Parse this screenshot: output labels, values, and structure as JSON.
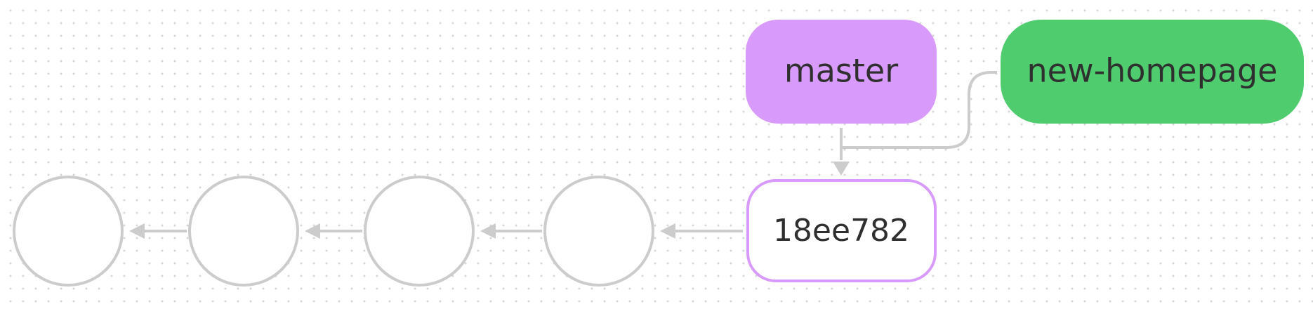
{
  "colors": {
    "master_fill": "#d99bfb",
    "branch_fill": "#4fcc6e",
    "commit_border": "#d99bfb",
    "connector": "#cccccc",
    "text": "#2f2f2f"
  },
  "branches": {
    "master": {
      "label": "master"
    },
    "new_homepage": {
      "label": "new-homepage"
    }
  },
  "head_commit": {
    "hash": "18ee782"
  },
  "previous_commits_count_note": ""
}
